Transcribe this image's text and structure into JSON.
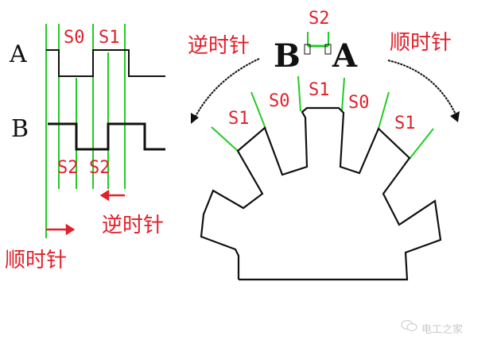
{
  "colors": {
    "wave": "#111111",
    "guide": "#22cc22",
    "label": "#e0202a",
    "watermark": "#c8c8c8"
  },
  "timing_diagram": {
    "signal_a_label": "A",
    "signal_b_label": "B",
    "top_labels": [
      "S0",
      "S1"
    ],
    "bottom_labels": [
      "S2",
      "S2"
    ],
    "counterclockwise_label": "逆时针",
    "clockwise_label": "顺时针"
  },
  "gear_diagram": {
    "sensor_b_label": "B",
    "sensor_a_label": "A",
    "sensor_gap_label": "S2",
    "counterclockwise_label": "逆时针",
    "clockwise_label": "顺时针",
    "sector_labels": [
      "S1",
      "S0",
      "S1",
      "S0",
      "S1"
    ]
  },
  "watermark": {
    "text": "电工之家",
    "icon": "wechat-bubble-icon"
  }
}
